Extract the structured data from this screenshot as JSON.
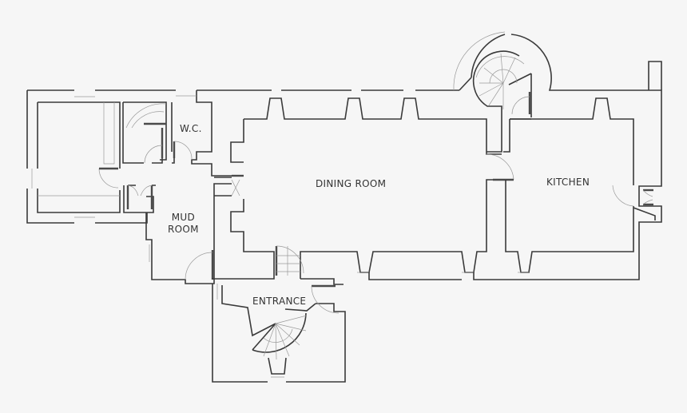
{
  "floor_plan": {
    "rooms": [
      {
        "id": "dining",
        "label": "DINING ROOM"
      },
      {
        "id": "kitchen",
        "label": "KITCHEN"
      },
      {
        "id": "wc",
        "label": "W.C."
      },
      {
        "id": "mud",
        "label": "MUD\nROOM"
      },
      {
        "id": "entrance",
        "label": "ENTRANCE"
      }
    ],
    "colors": {
      "background": "#f6f6f6",
      "walls": "#3a3a3a",
      "thin_lines": "#9a9a9a"
    }
  }
}
